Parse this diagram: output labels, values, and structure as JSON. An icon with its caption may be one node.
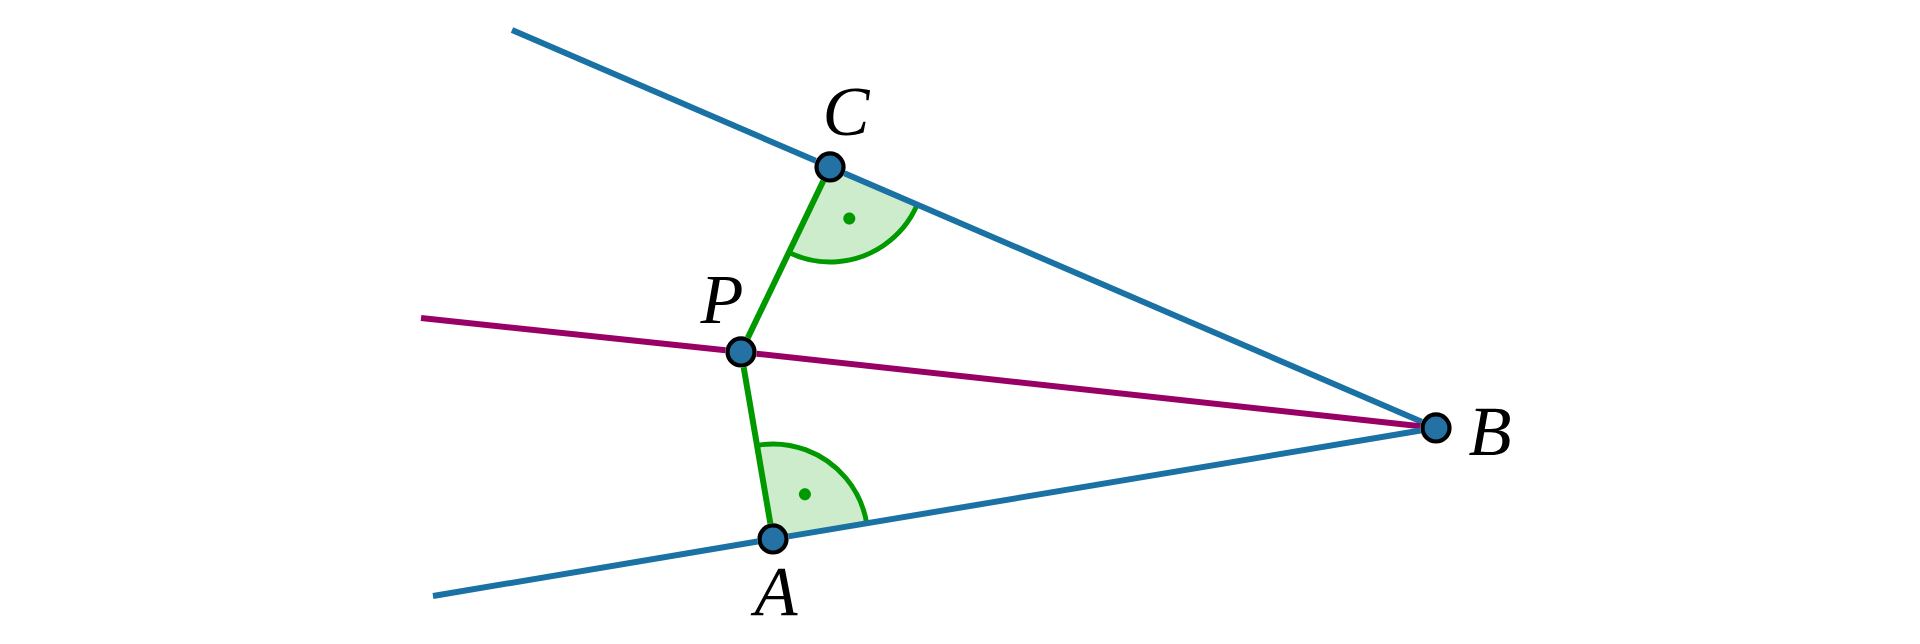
{
  "diagram": {
    "nodes": [
      {
        "text": [
          "C"
        ]
      },
      {
        "text": [
          "P"
        ]
      },
      {
        "text": [
          "A"
        ]
      },
      {
        "text": [
          "B"
        ]
      }
    ],
    "edges": [
      {
        "from": null,
        "to": 0,
        "arrow": "none"
      },
      {
        "from": 0,
        "to": 3,
        "arrow": "none"
      },
      {
        "from": null,
        "to": 1,
        "arrow": "none",
        "color": "#990066"
      },
      {
        "from": 1,
        "to": 3,
        "arrow": "none",
        "color": "#990066"
      },
      {
        "from": null,
        "to": 2,
        "arrow": "none"
      },
      {
        "from": 2,
        "to": 3,
        "arrow": "none"
      },
      {
        "from": 0,
        "to": 1,
        "arrow": "none",
        "color": "#009900"
      },
      {
        "from": 1,
        "to": 2,
        "arrow": "none",
        "color": "#009900"
      }
    ]
  }
}
